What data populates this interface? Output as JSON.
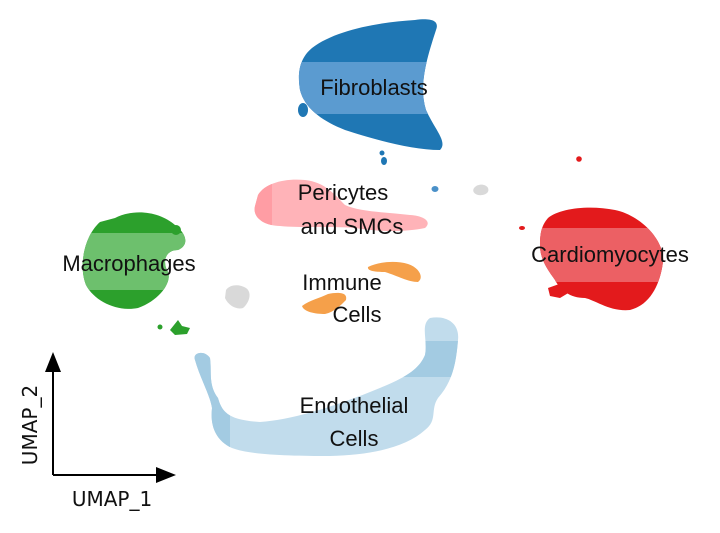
{
  "chart_data": {
    "type": "scatter",
    "title": "",
    "xlabel": "UMAP_1",
    "ylabel": "UMAP_2",
    "grid": false,
    "legend": "none (cluster labels placed on plot)",
    "clusters": [
      {
        "name": "Fibroblasts",
        "label_lines": [
          "Fibroblasts"
        ],
        "color": "#1f77b4",
        "highlight": "#5b9bd0"
      },
      {
        "name": "Pericytes and SMCs",
        "label_lines": [
          "Pericytes",
          "and SMCs"
        ],
        "color": "#ffb3b8",
        "highlight": "#ff9da4"
      },
      {
        "name": "Macrophages",
        "label_lines": [
          "Macrophages"
        ],
        "color": "#2ca02c",
        "highlight": "#6dc06d"
      },
      {
        "name": "Immune Cells",
        "label_lines": [
          "Immune",
          "Cells"
        ],
        "color": "#f5a04a",
        "highlight": "#f5a04a"
      },
      {
        "name": "Cardiomyocytes",
        "label_lines": [
          "Cardiomyocytes"
        ],
        "color": "#e31a1c",
        "highlight": "#ec6064"
      },
      {
        "name": "Endothelial Cells",
        "label_lines": [
          "Endothelial",
          "Cells"
        ],
        "color": "#c1dcec",
        "highlight": "#a3cbe2"
      },
      {
        "name": "Unlabeled",
        "label_lines": [],
        "color": "#d9d9d9",
        "highlight": "#d9d9d9"
      }
    ]
  },
  "labels": {
    "fibroblasts": "Fibroblasts",
    "pericytes_1": "Pericytes",
    "pericytes_2": "and SMCs",
    "macrophages": "Macrophages",
    "immune_1": "Immune",
    "immune_2": "Cells",
    "cardiomyocytes": "Cardiomyocytes",
    "endothelial_1": "Endothelial",
    "endothelial_2": "Cells"
  },
  "axes": {
    "x_label": "UMAP_1",
    "y_label": "UMAP_2"
  }
}
